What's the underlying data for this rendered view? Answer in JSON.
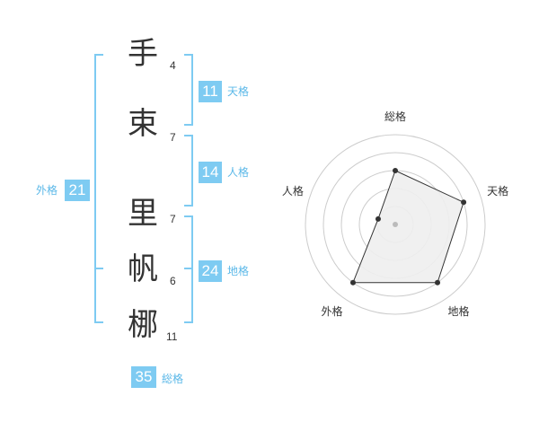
{
  "characters": [
    {
      "char": "手",
      "strokes": "4"
    },
    {
      "char": "束",
      "strokes": "7"
    },
    {
      "char": "里",
      "strokes": "7"
    },
    {
      "char": "帆",
      "strokes": "6"
    },
    {
      "char": "梛",
      "strokes": "11"
    }
  ],
  "kakusu": {
    "tenkaku": {
      "value": "11",
      "label": "天格"
    },
    "jinkaku": {
      "value": "14",
      "label": "人格"
    },
    "chikaku": {
      "value": "24",
      "label": "地格"
    },
    "gaikaku": {
      "value": "21",
      "label": "外格"
    },
    "soukaku": {
      "value": "35",
      "label": "総格"
    }
  },
  "radar": {
    "axes": [
      "総格",
      "天格",
      "地格",
      "外格",
      "人格"
    ],
    "levels": [
      3,
      4,
      4,
      4,
      1
    ],
    "max_level": 5,
    "colors": {
      "fill": "#eeeeee",
      "stroke": "#333333",
      "ring": "#cccccc",
      "center": "#bbbbbb"
    }
  }
}
